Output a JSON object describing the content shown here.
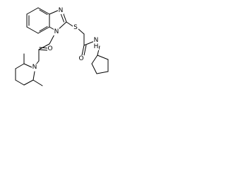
{
  "diagram": {
    "type": "chemical-structure",
    "atoms": {
      "N_imidazole": "N",
      "N1_benzimidazole": "N",
      "S_thioether": "S",
      "O_ketone": "O",
      "N_piperidine": "N",
      "O_amide": "O",
      "N_amide": "N",
      "H_amide": "H"
    }
  }
}
